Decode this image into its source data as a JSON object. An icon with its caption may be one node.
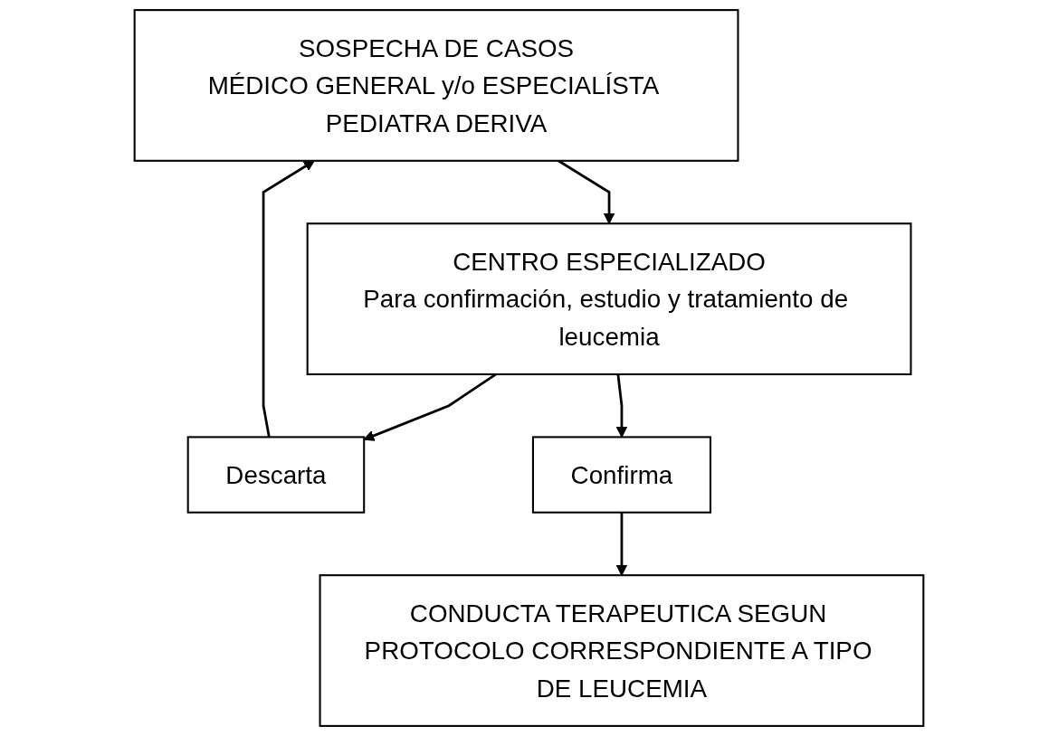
{
  "diagram": {
    "nodes": [
      {
        "text": [
          "SOSPECHA DE CASOS",
          "MÉDICO GENERAL y/o ESPECIALÍSTA PEDIATRA DERIVA"
        ]
      },
      {
        "text": [
          "CENTRO ESPECIALIZADO",
          "Para confirmación, estudio y tratamiento de leucemia"
        ]
      },
      {
        "text": [
          "Descarta"
        ]
      },
      {
        "text": [
          "Confirma"
        ]
      },
      {
        "text": [
          "CONDUCTA TERAPEUTICA SEGUN PROTOCOLO CORRESPONDIENTE A TIPO DE LEUCEMIA"
        ]
      }
    ],
    "edges": [
      {
        "from": 0,
        "to": 1,
        "arrow": "to"
      },
      {
        "from": 1,
        "to": 2,
        "arrow": "to"
      },
      {
        "from": 1,
        "to": 3,
        "arrow": "to"
      },
      {
        "from": 2,
        "to": 0,
        "arrow": "to"
      },
      {
        "from": 3,
        "to": 4,
        "arrow": "to"
      }
    ]
  }
}
